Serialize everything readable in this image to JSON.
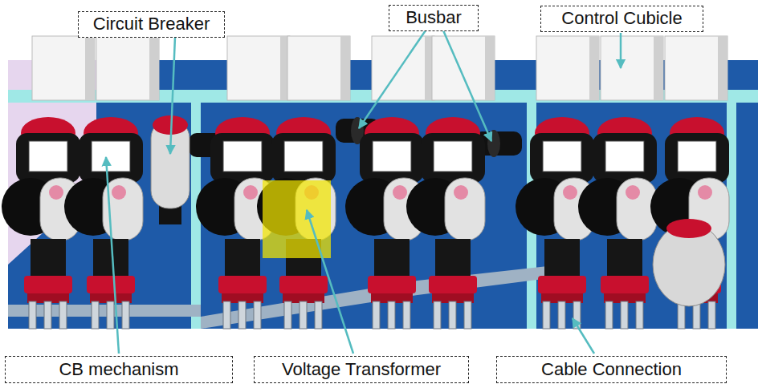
{
  "diagram": {
    "nodes": [
      {
        "text": [
          "Circuit Breaker"
        ]
      },
      {
        "text": [
          "Busbar"
        ]
      },
      {
        "text": [
          "Control Cubicle"
        ]
      },
      {
        "text": [
          "CB mechanism"
        ]
      },
      {
        "text": [
          "Voltage Transformer"
        ]
      },
      {
        "text": [
          "Cable Connection"
        ]
      }
    ],
    "edges": []
  }
}
